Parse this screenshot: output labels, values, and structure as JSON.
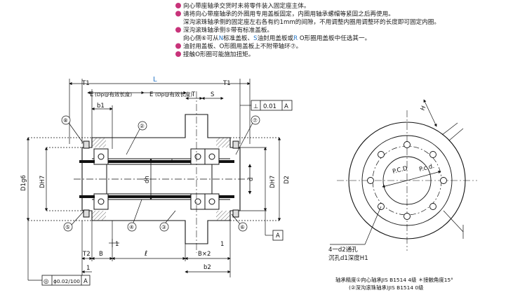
{
  "notes": [
    {
      "text": "向心带座轴承交货时未将零件装入固定座主体。"
    },
    {
      "text": "请将向心带座轴承的外圈用专用盖板固定，内圈用轴承螺帽等紧固之后再使用。"
    },
    {
      "text": "深沟滚珠轴承侧的固定座左右各有约1mm的间隙，不用调整内圈用调整环的长度即可固定内圈。"
    },
    {
      "text": "深沟滚珠轴承侧⑤带有标准盖板。"
    },
    {
      "prefix": "向心侧⑥可从",
      "n": "N",
      "mid1": "标准盖板、",
      "s": "S",
      "mid2": "油封用盖板或",
      "r": "R",
      "suffix": " O形圈用盖板中任选其一。"
    },
    {
      "text": "油封用盖板、O形圈用盖板上不附带轴环⑦。"
    },
    {
      "text": "接触O形圈可能施加扭矩。"
    }
  ],
  "dims": {
    "L": "L",
    "T1_left": "T1",
    "T1_right": "T1",
    "E_left": "E",
    "dp_left": "(Dp@有效长度)",
    "E_center": "E",
    "dp_center": "(Dp@有效长度)",
    "T": "T",
    "S": "S",
    "b1": "b1",
    "D1g6": "D1g6",
    "DH7_left": "DH7",
    "dh": "dh",
    "d": "d",
    "DH7_right": "DH7",
    "D2": "D2",
    "T2": "T2",
    "B": "B",
    "one_a": "1",
    "one_b": "1",
    "one_c": "1",
    "ell": "ℓ",
    "Bx2": "B×2",
    "b2": "b2",
    "H": "H",
    "PCD1": "P.C.D",
    "PCD2": "P.c.d."
  },
  "callouts": [
    "⑧",
    "②",
    "⑦",
    "⑤",
    "④",
    "③",
    "⑥"
  ],
  "tolerance_perp": {
    "symbol": "⊥",
    "value": "0.01",
    "datum": "A"
  },
  "tolerance_runout": {
    "symbol": "◎",
    "value": "ϕ0.02/100",
    "datum": "A"
  },
  "datum_A": "A",
  "hole_spec": {
    "line1": "4一d2通孔",
    "line2": "沉孔d1深度H1"
  },
  "precision": {
    "line1": "轴承精度①向心轴承JIS B1514 4级  ＊接触角度15°",
    "line2": "(②深沟滚珠轴承)JIS B1514 0级"
  },
  "colors": {
    "accent_blue": "#2a78c6",
    "mark_pink": "#c8337a"
  }
}
